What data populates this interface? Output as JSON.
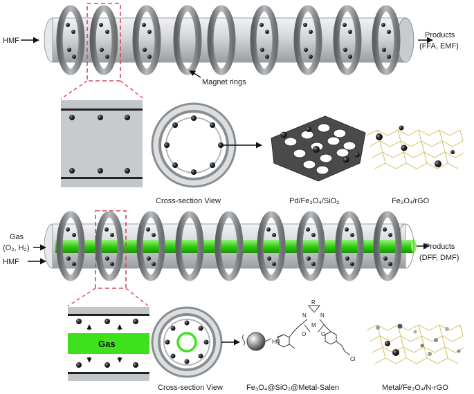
{
  "top": {
    "input_label": "HMF",
    "output_label_1": "Products",
    "output_label_2": "(FFA, EMF)",
    "rings_label": "Magnet rings"
  },
  "top_details": {
    "cross_section_label": "Cross-section View",
    "catalyst_1": "Pd/Fe₃O₄/SiO₂",
    "catalyst_2": "Fe₃O₄/rGO"
  },
  "bottom": {
    "gas_label_1": "Gas",
    "gas_label_2": "(O₂, H₂)",
    "input_label": "HMF",
    "output_label_1": "Products",
    "output_label_2": "(DFF, DMF)"
  },
  "bottom_details": {
    "gas_band_label": "Gas",
    "cross_section_label": "Cross-section View",
    "catalyst_1": "Fe₃O₄@SiO₂@Metal-Salen",
    "catalyst_2": "Metal/Fe₃O₄/N-rGO",
    "salen_labels": {
      "r": "R",
      "n1": "N",
      "n2": "N",
      "m": "M",
      "o1": "O",
      "o2": "O",
      "hn": "HN",
      "cl": "Cl"
    }
  },
  "colors": {
    "tube": "#cfd3d6",
    "ring": "#8a8d90",
    "gas": "#3ed61d",
    "dash": "#d9455a",
    "graphene": "#d8c87a"
  }
}
